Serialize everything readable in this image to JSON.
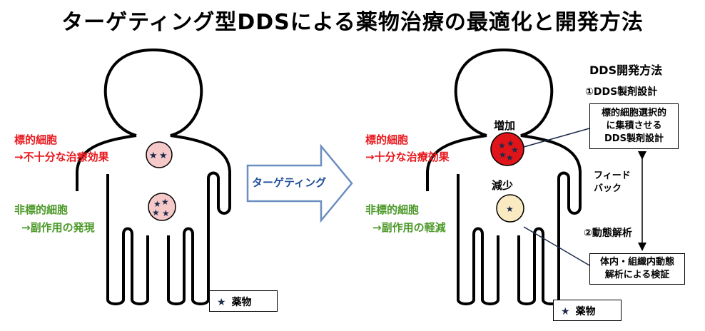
{
  "title": "ターゲティング型DDSによる薬物治療の最適化と開発方法",
  "left": {
    "target_label": "標的細胞",
    "target_effect": "→不十分な治療効果",
    "nontarget_label": "非標的細胞",
    "nontarget_effect": "→副作用の発現",
    "legend": "薬物"
  },
  "arrow_label": "ターゲティング",
  "right": {
    "target_label": "標的細胞",
    "target_effect": "→十分な治療効果",
    "nontarget_label": "非標的細胞",
    "nontarget_effect": "→副作用の軽減",
    "increase": "増加",
    "decrease": "減少",
    "legend": "薬物",
    "dev_title": "DDS開発方法",
    "step1": "①DDS製剤設計",
    "box1": [
      "標的細胞選択的",
      "に集積させる",
      "DDS製剤設計"
    ],
    "feedback": [
      "フィード",
      "バック"
    ],
    "step2": "②動態解析",
    "box2": [
      "体内・組織内動態",
      "解析による検証"
    ]
  },
  "colors": {
    "target": "#e8191e",
    "nontarget": "#4d9a2a",
    "arrow": "#1f4e9a",
    "cell_pink": "#f6c9c9",
    "cell_red": "#e0151a",
    "cell_cream": "#faeac2"
  },
  "icons": [
    "star-icon"
  ]
}
